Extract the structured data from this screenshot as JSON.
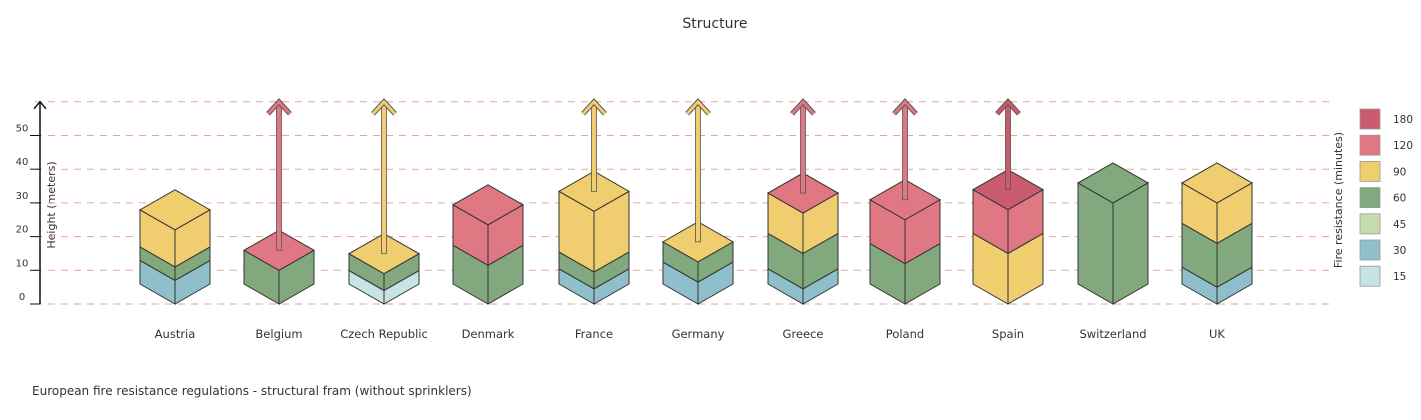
{
  "chart_data": {
    "type": "bar",
    "subtype": "isometric-stacked",
    "title": "Structure",
    "caption": "European fire resistance regulations - structural fram (without sprinklers)",
    "ylabel": "Height (meters)",
    "ylim": [
      0,
      60
    ],
    "yticks": [
      "0",
      "10",
      "20",
      "30",
      "40",
      "50"
    ],
    "grid": true,
    "legend": {
      "title": "Fire resistance (minutes)",
      "placement": "right",
      "items": [
        {
          "label": "180",
          "color": "#cc5a6e"
        },
        {
          "label": "120",
          "color": "#e07884"
        },
        {
          "label": "90",
          "color": "#f0cd6e"
        },
        {
          "label": "60",
          "color": "#82a87e"
        },
        {
          "label": "45",
          "color": "#c5ddb0"
        },
        {
          "label": "30",
          "color": "#8fbfca"
        },
        {
          "label": "15",
          "color": "#c8e3e6"
        }
      ]
    },
    "categories": [
      "Austria",
      "Belgium",
      "Czech Republic",
      "Denmark",
      "France",
      "Germany",
      "Greece",
      "Poland",
      "Spain",
      "Switzerland",
      "UK"
    ],
    "countries": [
      {
        "name": "Austria",
        "segments": [
          {
            "fr": "30",
            "h": 7
          },
          {
            "fr": "60",
            "h": 4
          },
          {
            "fr": "90",
            "h": 11
          }
        ],
        "top": "90",
        "arrow": null
      },
      {
        "name": "Belgium",
        "segments": [
          {
            "fr": "60",
            "h": 10
          }
        ],
        "top": "120",
        "arrow": "120"
      },
      {
        "name": "Czech Republic",
        "segments": [
          {
            "fr": "15",
            "h": 4
          },
          {
            "fr": "60",
            "h": 5
          }
        ],
        "top": "90",
        "arrow": "90"
      },
      {
        "name": "Denmark",
        "segments": [
          {
            "fr": "60",
            "h": 11.5
          },
          {
            "fr": "120",
            "h": 12
          }
        ],
        "top": "120",
        "arrow": null
      },
      {
        "name": "France",
        "segments": [
          {
            "fr": "30",
            "h": 4.5
          },
          {
            "fr": "60",
            "h": 5
          },
          {
            "fr": "90",
            "h": 18
          }
        ],
        "top": "90",
        "arrow": "90"
      },
      {
        "name": "Germany",
        "segments": [
          {
            "fr": "30",
            "h": 6.5
          },
          {
            "fr": "60",
            "h": 6
          }
        ],
        "top": "90",
        "arrow": "90"
      },
      {
        "name": "Greece",
        "segments": [
          {
            "fr": "30",
            "h": 4.5
          },
          {
            "fr": "60",
            "h": 10.5
          },
          {
            "fr": "90",
            "h": 12
          }
        ],
        "top": "120",
        "arrow": "120"
      },
      {
        "name": "Poland",
        "segments": [
          {
            "fr": "60",
            "h": 12
          },
          {
            "fr": "120",
            "h": 13
          }
        ],
        "top": "120",
        "arrow": "120"
      },
      {
        "name": "Spain",
        "segments": [
          {
            "fr": "90",
            "h": 15
          },
          {
            "fr": "120",
            "h": 13
          }
        ],
        "top": "180",
        "arrow": "180"
      },
      {
        "name": "Switzerland",
        "segments": [
          {
            "fr": "60",
            "h": 30
          }
        ],
        "top": "60",
        "arrow": null
      },
      {
        "name": "UK",
        "segments": [
          {
            "fr": "30",
            "h": 5
          },
          {
            "fr": "60",
            "h": 13
          },
          {
            "fr": "90",
            "h": 12
          }
        ],
        "top": "90",
        "arrow": null
      }
    ]
  }
}
